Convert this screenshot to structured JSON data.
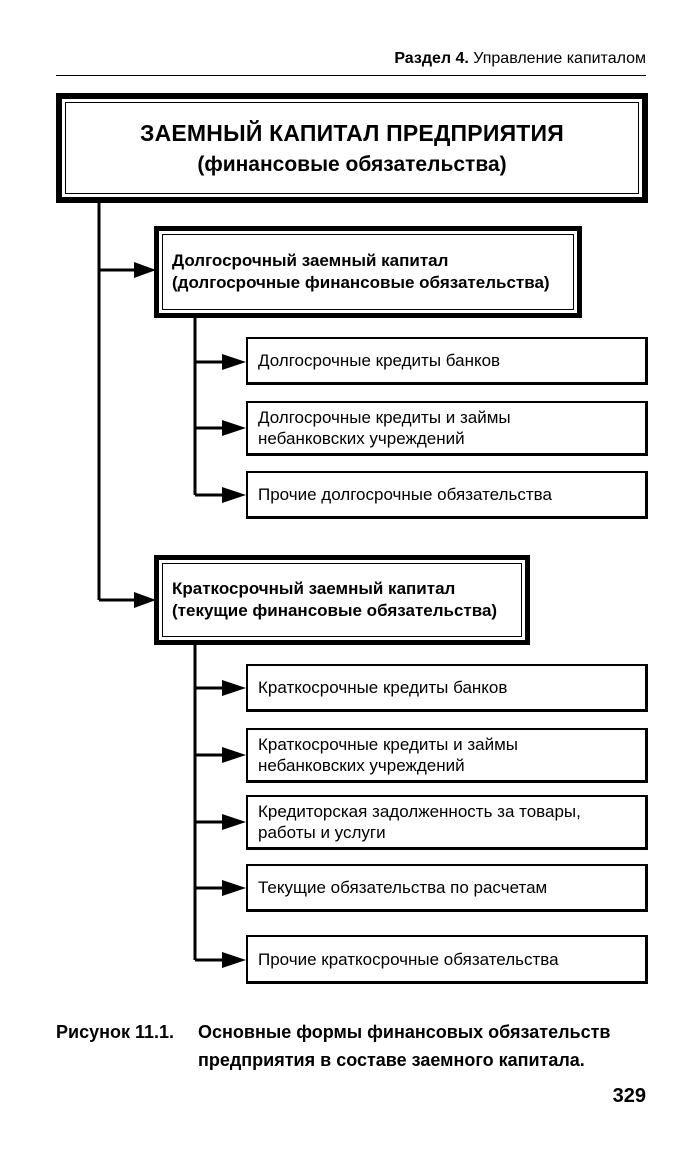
{
  "header": {
    "section_label": "Раздел 4.",
    "section_title": "Управление капиталом"
  },
  "diagram": {
    "root": {
      "title": "ЗАЕМНЫЙ КАПИТАЛ ПРЕДПРИЯТИЯ",
      "subtitle": "(финансовые обязательства)"
    },
    "long_term": {
      "line1": "Долгосрочный заемный капитал",
      "line2": "(долгосрочные финансовые обязательства)",
      "items": [
        {
          "line1": "Долгосрочные кредиты банков"
        },
        {
          "line1": "Долгосрочные кредиты и займы",
          "line2": "небанковских учреждений"
        },
        {
          "line1": "Прочие долгосрочные обязательства"
        }
      ]
    },
    "short_term": {
      "line1": "Краткосрочный заемный капитал",
      "line2": "(текущие финансовые обязательства)",
      "items": [
        {
          "line1": "Краткосрочные кредиты банков"
        },
        {
          "line1": "Краткосрочные кредиты и займы",
          "line2": "небанковских учреждений"
        },
        {
          "line1": "Кредиторская задолженность за товары,",
          "line2": "работы и услуги"
        },
        {
          "line1": "Текущие обязательства по расчетам"
        },
        {
          "line1": "Прочие краткосрочные обязательства"
        }
      ]
    }
  },
  "caption": {
    "label": "Рисунок 11.1.",
    "text": "Основные формы финансовых обязательств пред­приятия в составе заемного капитала."
  },
  "page_number": "329"
}
